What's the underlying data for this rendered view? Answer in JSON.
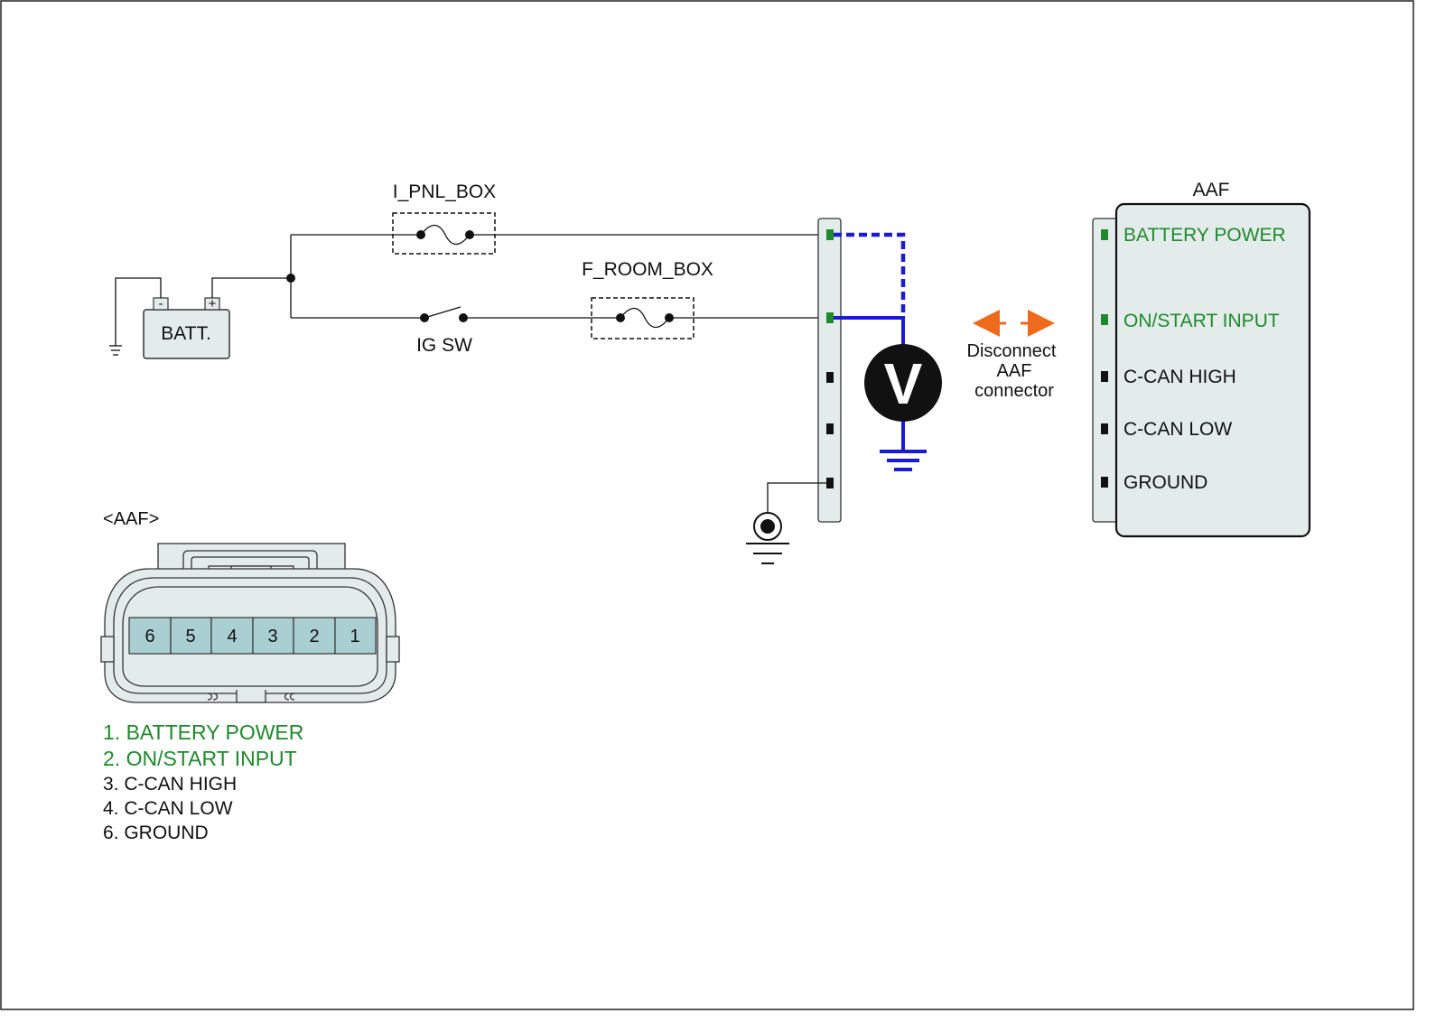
{
  "labels": {
    "ipnl_box": "I_PNL_BOX",
    "froom_box": "F_ROOM_BOX",
    "ig_sw": "IG SW",
    "batt": "BATT.",
    "batt_minus": "-",
    "batt_plus": "+",
    "meter": "V",
    "disconnect": [
      "Disconnect",
      "AAF",
      "connector"
    ],
    "module_title": "AAF",
    "connector_title": "<AAF>"
  },
  "module_pins": [
    {
      "label": "BATTERY POWER",
      "color": "#1e8a2c"
    },
    {
      "label": "ON/START INPUT",
      "color": "#1e8a2c"
    },
    {
      "label": "C-CAN HIGH",
      "color": "#111111"
    },
    {
      "label": "C-CAN LOW",
      "color": "#111111"
    },
    {
      "label": "GROUND",
      "color": "#111111"
    }
  ],
  "connector_cavities": [
    "6",
    "5",
    "4",
    "3",
    "2",
    "1"
  ],
  "pin_legend": [
    {
      "text": "1. BATTERY POWER",
      "color": "#1e8a2c"
    },
    {
      "text": "2. ON/START INPUT",
      "color": "#1e8a2c"
    },
    {
      "text": "3. C-CAN HIGH",
      "color": "#111111"
    },
    {
      "text": "4. C-CAN LOW",
      "color": "#111111"
    },
    {
      "text": "6. GROUND",
      "color": "#111111"
    }
  ],
  "colors": {
    "wire": "#111111",
    "probe_wire": "#1a1adb",
    "arrows": "#ee6b1e",
    "panel_fill": "#e4eceb",
    "cavity_fill": "#a9cfd3",
    "active_pin": "#1e8a2c"
  }
}
